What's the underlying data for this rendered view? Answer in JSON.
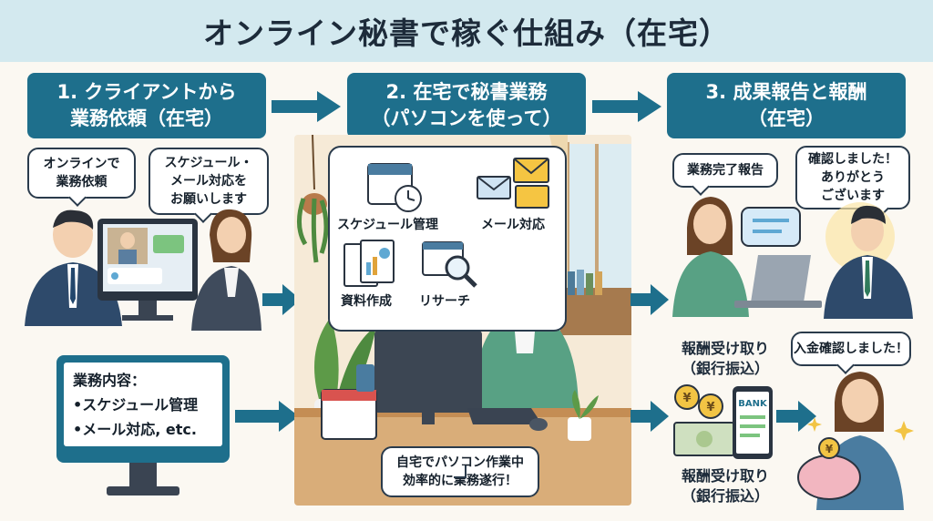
{
  "title": "オンライン秘書で稼ぐ仕組み（在宅）",
  "steps": [
    {
      "line1": "1. クライアントから",
      "line2": "業務依頼（在宅）"
    },
    {
      "line1": "2. 在宅で秘書業務",
      "line2": "（パソコンを使って）"
    },
    {
      "line1": "3. 成果報告と報酬",
      "line2": "（在宅）"
    }
  ],
  "left": {
    "bubble_client": [
      "オンラインで",
      "業務依頼"
    ],
    "bubble_secretary": [
      "スケジュール・",
      "メール対応を",
      "お願いします"
    ],
    "screen_lines": [
      "業務内容：",
      "•スケジュール管理",
      "•メール対応, etc."
    ]
  },
  "center": {
    "tasks": {
      "schedule": "スケジュール管理",
      "mail": "メール対応",
      "docs": "資料作成",
      "research": "リサーチ"
    },
    "bottom_bubble": [
      "自宅でパソコン作業中",
      "効率的に業務遂行！"
    ]
  },
  "right": {
    "report_bubble": "業務完了報告",
    "client_bubble": [
      "確認しました！",
      "ありがとう",
      "ございます"
    ],
    "payment_label": [
      "報酬受け取り",
      "（銀行振込）"
    ],
    "payment_label_bottom": [
      "報酬受け取り",
      "（銀行振込）"
    ],
    "confirm_bubble": "入金確認しました！",
    "bank_text": "BANK",
    "yen_symbol": "¥"
  }
}
